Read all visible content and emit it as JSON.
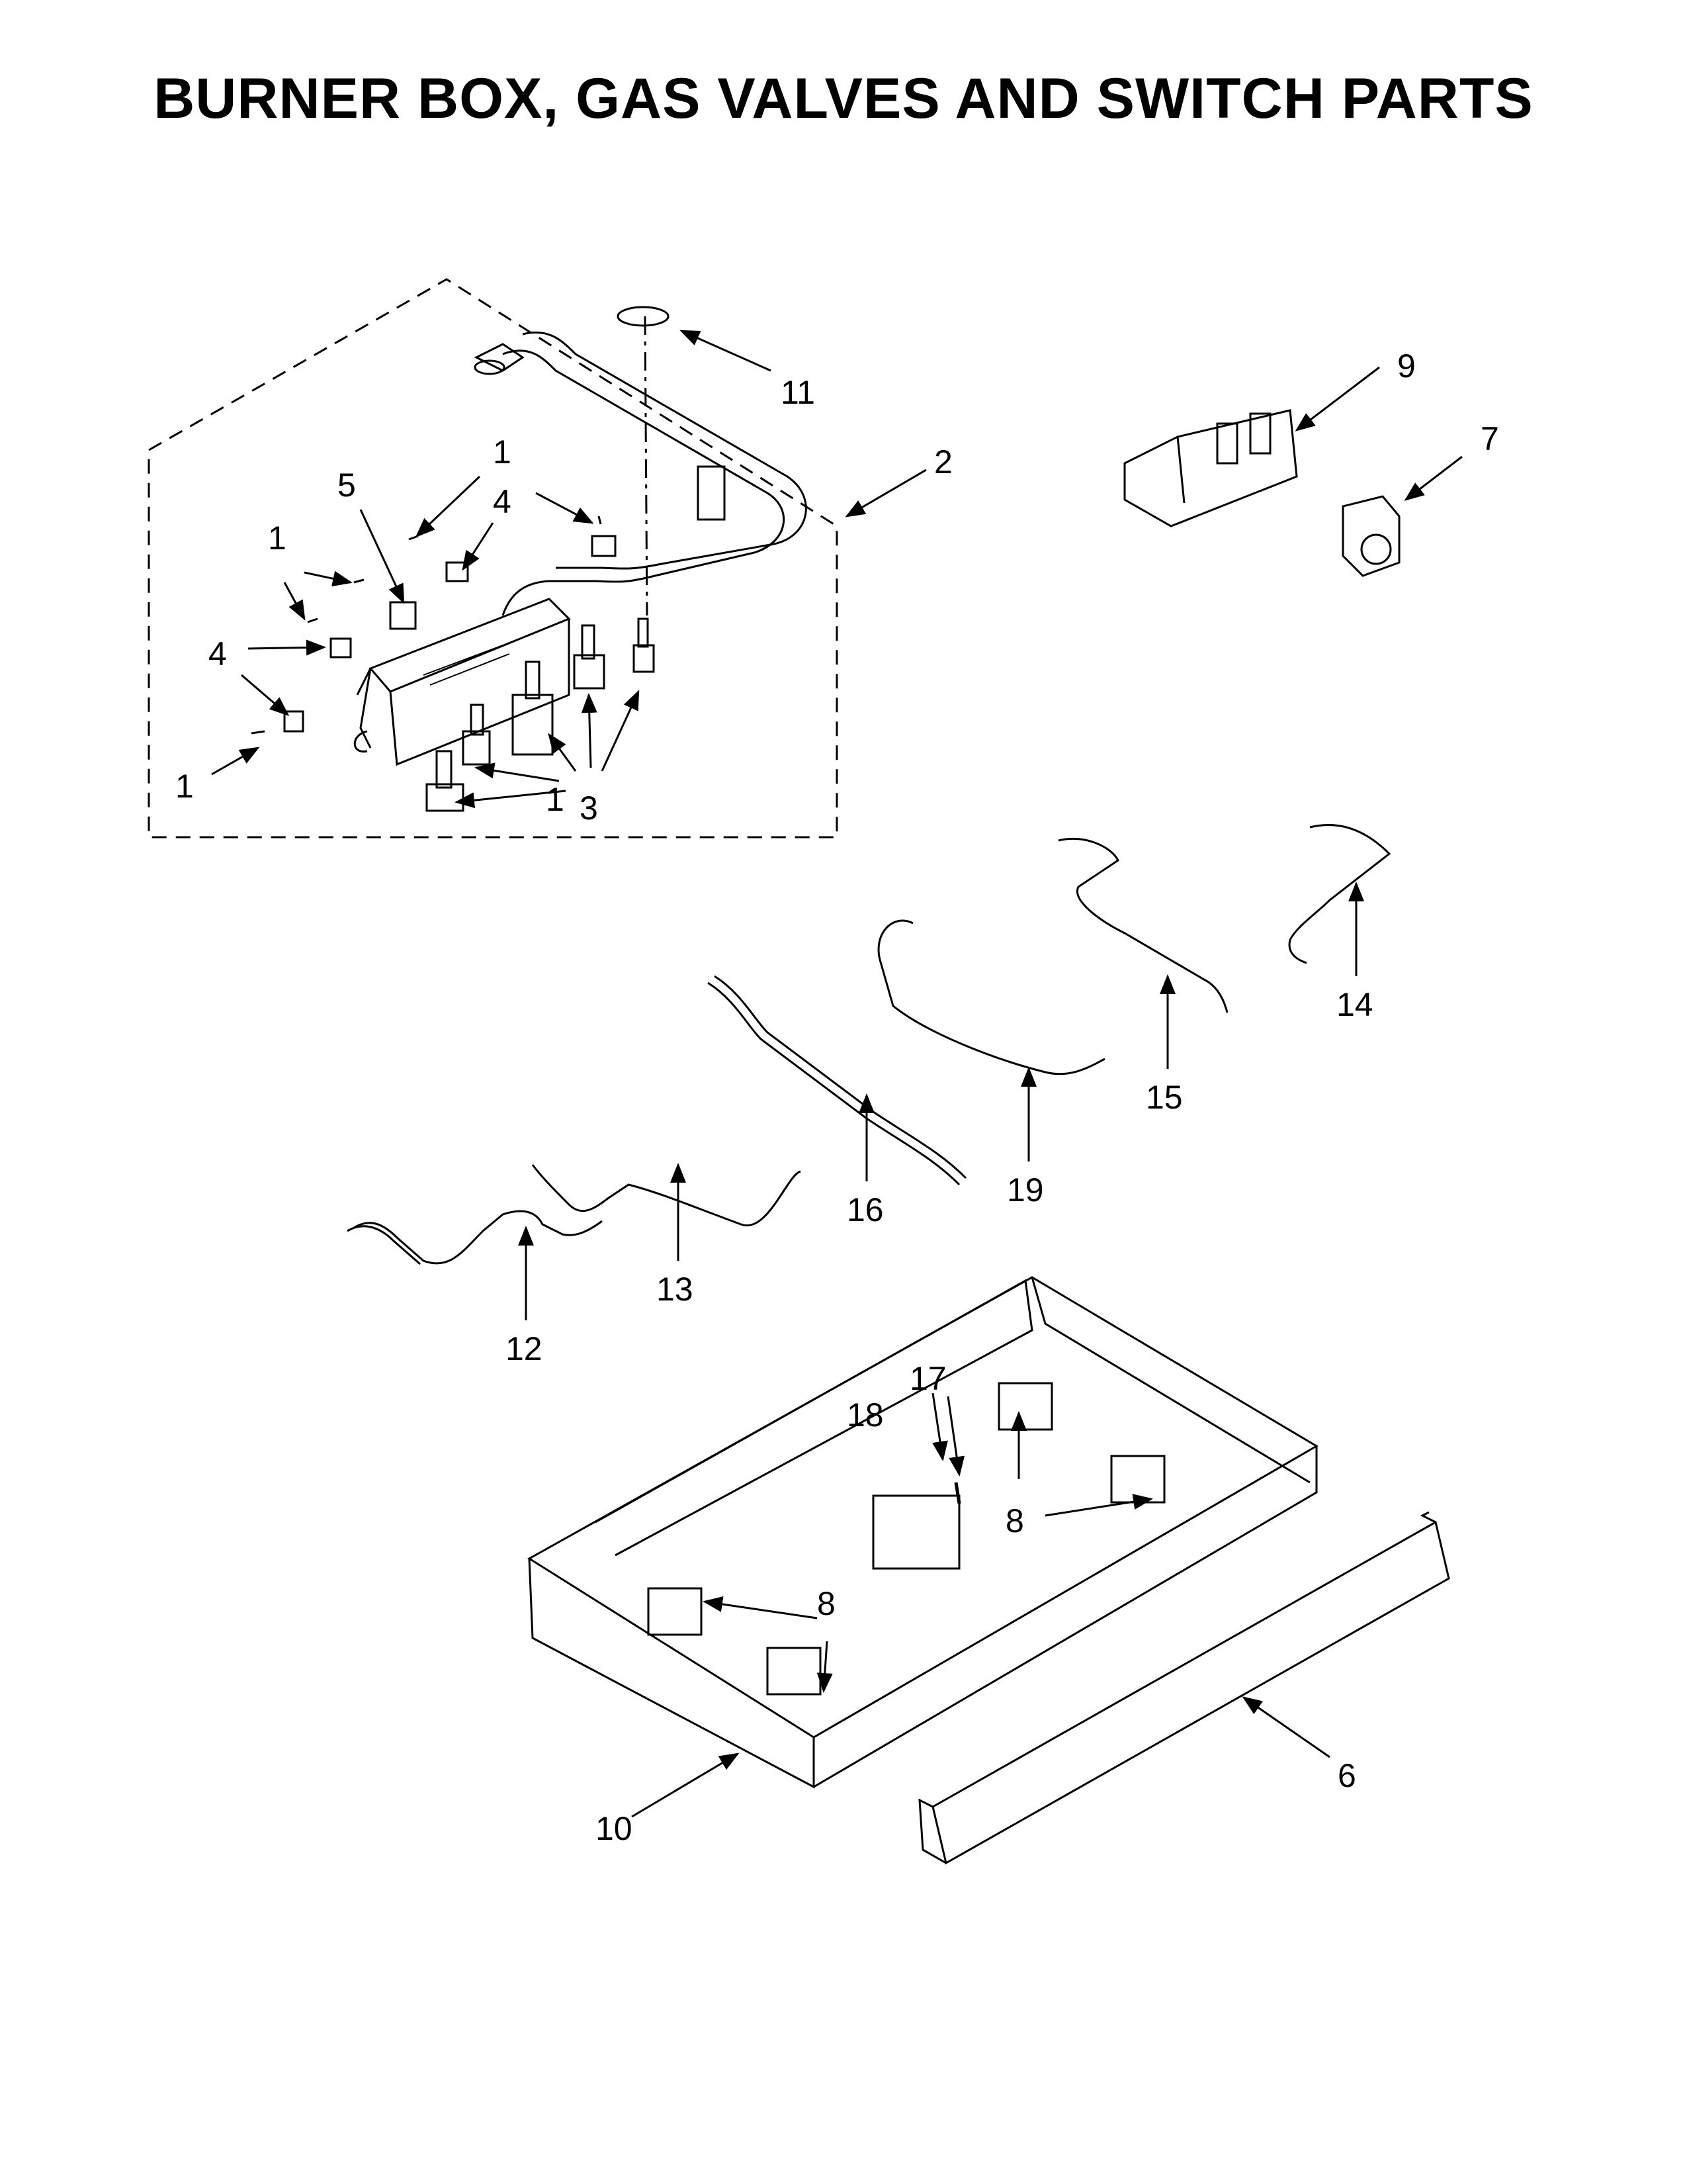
{
  "title": "BURNER BOX, GAS VALVES AND SWITCH PARTS",
  "callouts": [
    {
      "id": "c1a",
      "label": "1"
    },
    {
      "id": "c1b",
      "label": "1"
    },
    {
      "id": "c1c",
      "label": "1"
    },
    {
      "id": "c1d",
      "label": "1"
    },
    {
      "id": "c2",
      "label": "2"
    },
    {
      "id": "c3",
      "label": "3"
    },
    {
      "id": "c4a",
      "label": "4"
    },
    {
      "id": "c4b",
      "label": "4"
    },
    {
      "id": "c5",
      "label": "5"
    },
    {
      "id": "c6",
      "label": "6"
    },
    {
      "id": "c7",
      "label": "7"
    },
    {
      "id": "c8a",
      "label": "8"
    },
    {
      "id": "c8b",
      "label": "8"
    },
    {
      "id": "c9",
      "label": "9"
    },
    {
      "id": "c10",
      "label": "10"
    },
    {
      "id": "c11",
      "label": "11"
    },
    {
      "id": "c12",
      "label": "12"
    },
    {
      "id": "c13",
      "label": "13"
    },
    {
      "id": "c14",
      "label": "14"
    },
    {
      "id": "c15",
      "label": "15"
    },
    {
      "id": "c16",
      "label": "16"
    },
    {
      "id": "c17",
      "label": "17"
    },
    {
      "id": "c18",
      "label": "18"
    },
    {
      "id": "c19",
      "label": "19"
    }
  ]
}
